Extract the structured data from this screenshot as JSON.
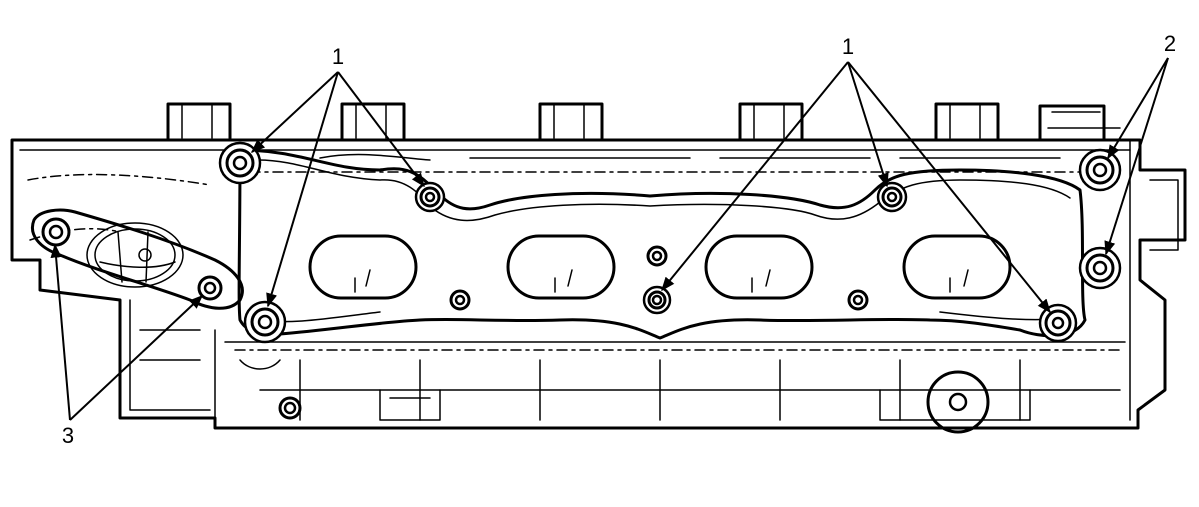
{
  "diagram": {
    "callouts": {
      "label_1_left": "1",
      "label_1_right": "1",
      "label_2": "2",
      "label_3": "3"
    },
    "colors": {
      "line": "#000000",
      "background": "#ffffff"
    },
    "icons": {
      "arrowhead": "arrowhead-icon",
      "bolt_hole": "bolt-hole-icon"
    }
  }
}
